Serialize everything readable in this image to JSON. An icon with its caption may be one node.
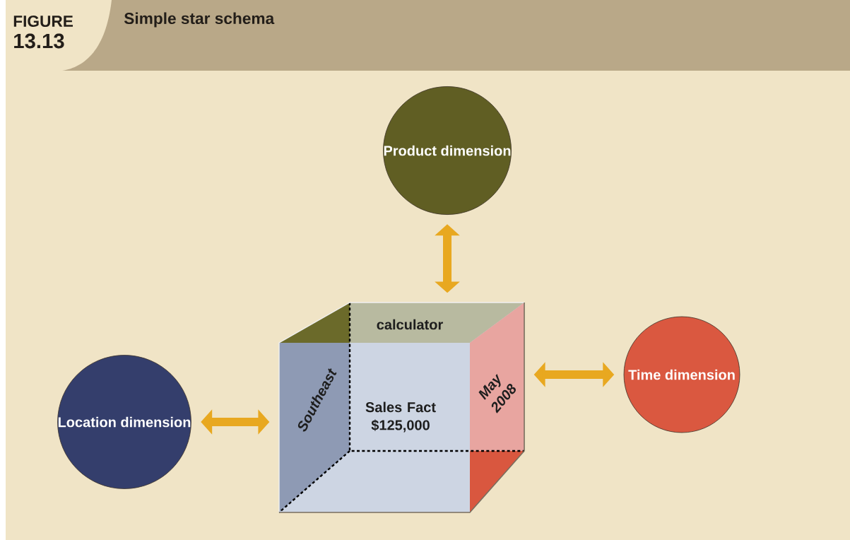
{
  "diagram": {
    "title": "Simple star schema",
    "labels": [
      "FIGURE",
      "13.13"
    ],
    "nodes": [
      {
        "text": [
          "Product dimension"
        ]
      },
      {
        "text": [
          "Location dimension"
        ]
      },
      {
        "text": [
          "calculator",
          "Southeast",
          "Sales Fact $125,000",
          "May 2008"
        ]
      },
      {
        "text": [
          "Time dimension"
        ]
      }
    ],
    "edges": [
      {
        "from": 0,
        "to": 2,
        "arrow": "both"
      },
      {
        "from": 1,
        "to": 2,
        "arrow": "both"
      },
      {
        "from": 2,
        "to": 3,
        "arrow": "both"
      }
    ]
  }
}
